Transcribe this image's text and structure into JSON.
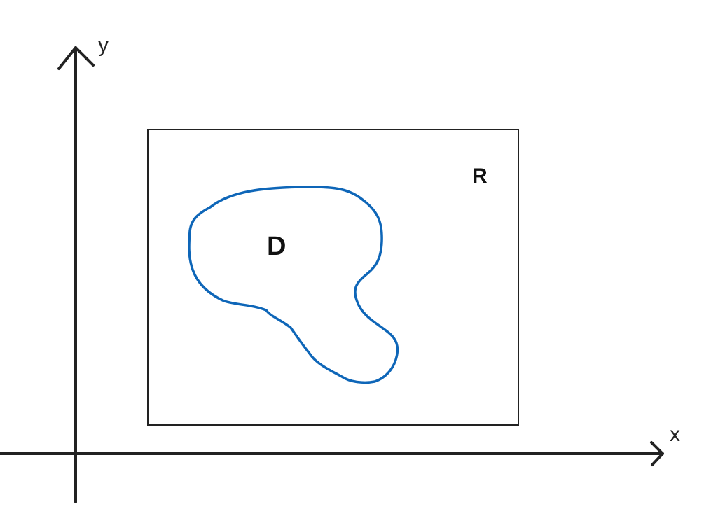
{
  "labels": {
    "y_axis": "y",
    "x_axis": "x",
    "rectangle": "R",
    "region": "D"
  },
  "colors": {
    "axes": "#222222",
    "rectangle": "#222222",
    "region_curve": "#0e66b8"
  }
}
